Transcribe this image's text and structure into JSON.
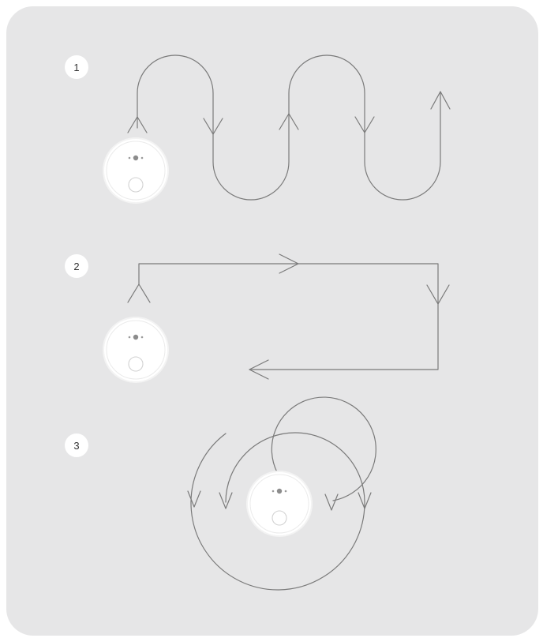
{
  "steps": [
    {
      "label": "1",
      "pattern": "zigzag-serpentine"
    },
    {
      "label": "2",
      "pattern": "rectangular-edge"
    },
    {
      "label": "3",
      "pattern": "spiral"
    }
  ],
  "icons": {
    "robot": "robot-vacuum-icon",
    "arrow": "arrowhead-icon"
  },
  "colors": {
    "panel": "#e6e6e7",
    "path": "#7a7a7a",
    "robot_body": "#ffffff",
    "badge": "#ffffff"
  }
}
